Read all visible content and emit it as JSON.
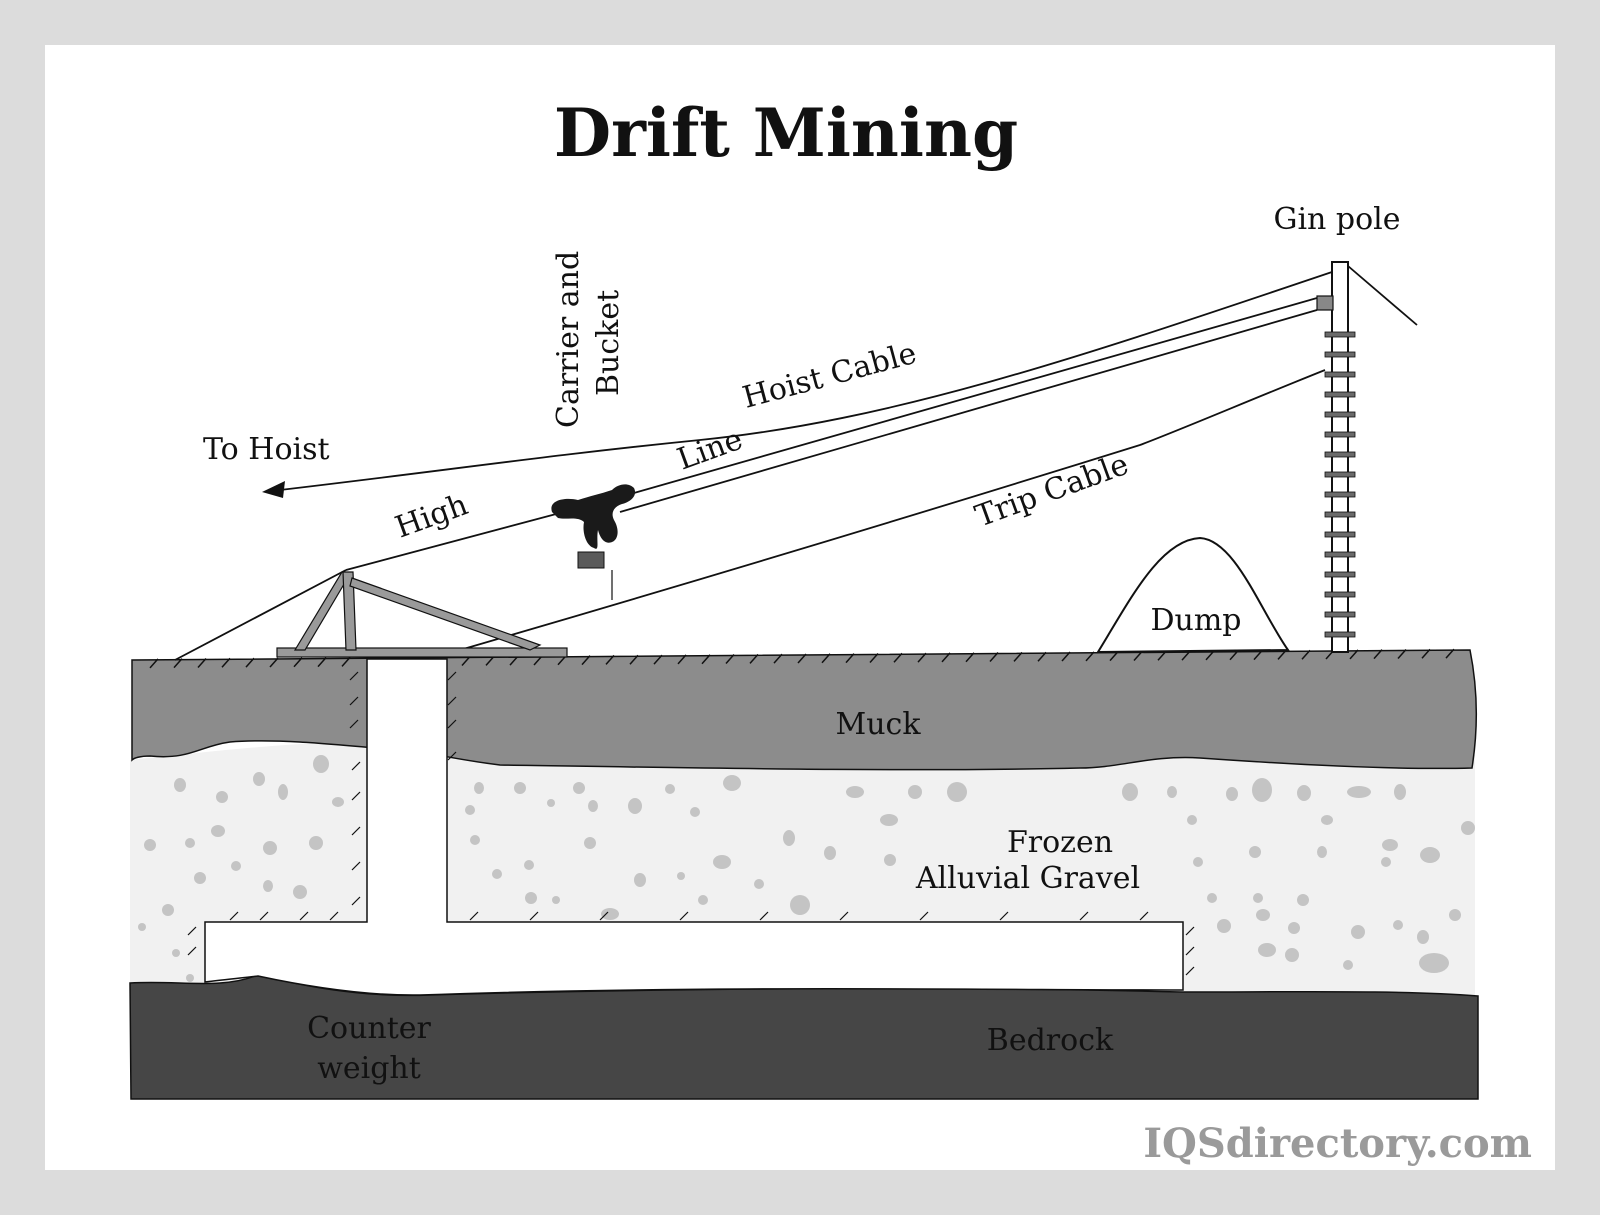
{
  "title": "Drift Mining",
  "labels": {
    "gin_pole": "Gin pole",
    "carrier_line1": "Carrier and",
    "carrier_line2": "Bucket",
    "hoist_cable": "Hoist Cable",
    "to_hoist": "To Hoist",
    "line": "Line",
    "high": "High",
    "trip_cable": "Trip Cable",
    "dump": "Dump",
    "muck": "Muck",
    "frozen": "Frozen",
    "alluvial_gravel": "Alluvial Gravel",
    "counter": "Counter",
    "weight": "weight",
    "bedrock": "Bedrock"
  },
  "watermark": "IQSdirectory.com",
  "colors": {
    "frame": "#dcdcdc",
    "muck": "#8c8c8c",
    "gravel_bg": "#f1f1f1",
    "gravel_stone": "#c4c4c4",
    "bedrock": "#464646",
    "line": "#111111",
    "watermark": "#9a9a9a"
  }
}
